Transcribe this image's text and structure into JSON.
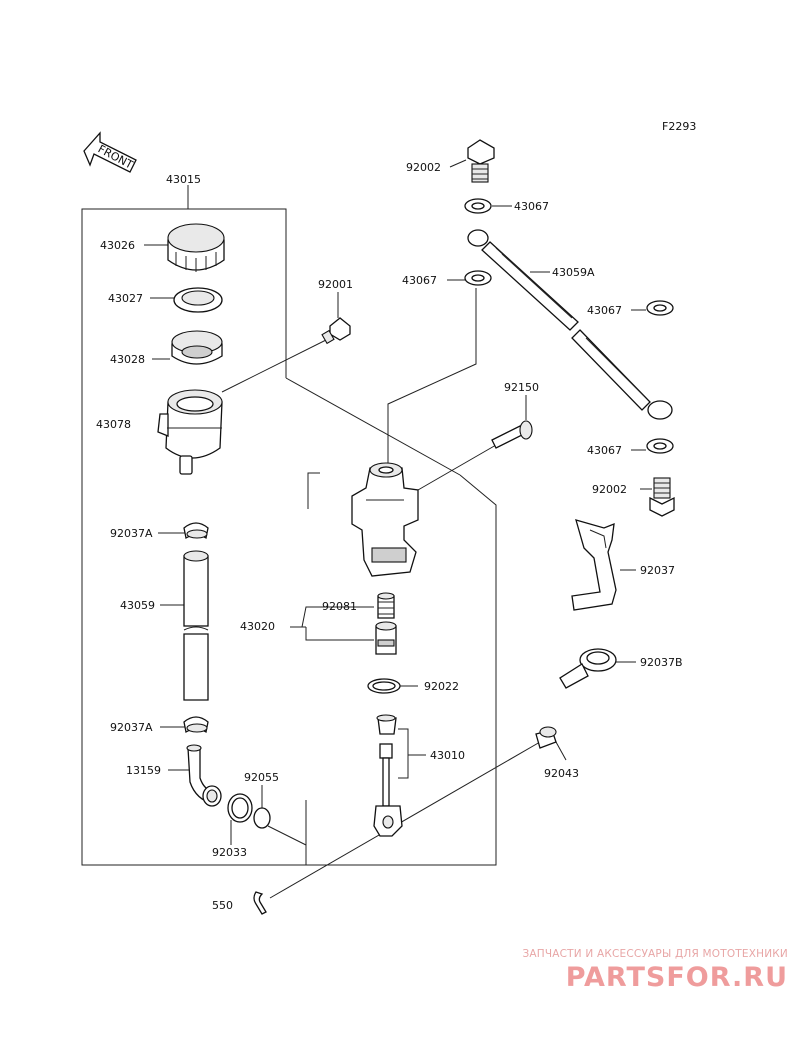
{
  "figure_code": "F2293",
  "front_label": "FRONT",
  "labels": {
    "l43015": "43015",
    "l43026": "43026",
    "l43027": "43027",
    "l43028": "43028",
    "l43078": "43078",
    "l92037a_top": "92037A",
    "l43059": "43059",
    "l92037a_bot": "92037A",
    "l13159": "13159",
    "l92033": "92033",
    "l92055": "92055",
    "l92001": "92001",
    "l43020": "43020",
    "l92081": "92081",
    "l92022": "92022",
    "l43010": "43010",
    "l92043": "92043",
    "l550": "550",
    "l92150": "92150",
    "l92002_top": "92002",
    "l43067_a": "43067",
    "l43067_b": "43067",
    "l43059a": "43059A",
    "l43067_c": "43067",
    "l43067_d": "43067",
    "l92002_bot": "92002",
    "l92037": "92037",
    "l92037b": "92037B"
  },
  "watermark": {
    "subtitle": "ЗАПЧАСТИ И АКСЕССУАРЫ ДЛЯ МОТОТЕХНИКИ",
    "brand": "PARTSFOR.RU"
  }
}
